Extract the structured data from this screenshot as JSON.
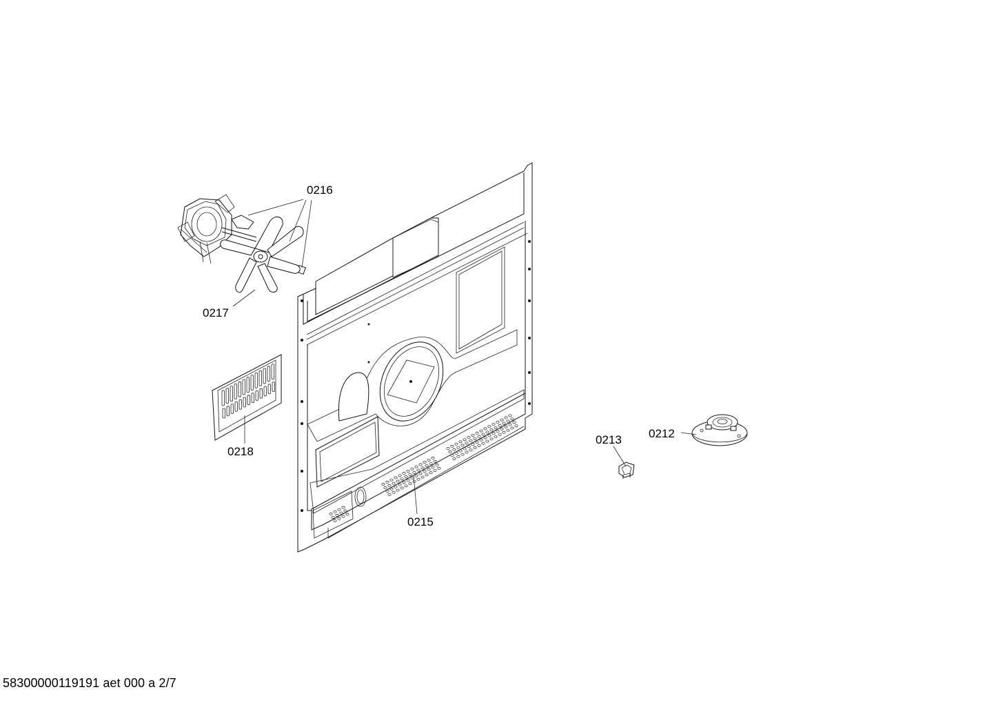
{
  "callouts": {
    "p0212": "0212",
    "p0213": "0213",
    "p0215": "0215",
    "p0216": "0216",
    "p0217": "0217",
    "p0218": "0218"
  },
  "footer": {
    "text": "58300000119191 aet 000 a 2/7"
  }
}
